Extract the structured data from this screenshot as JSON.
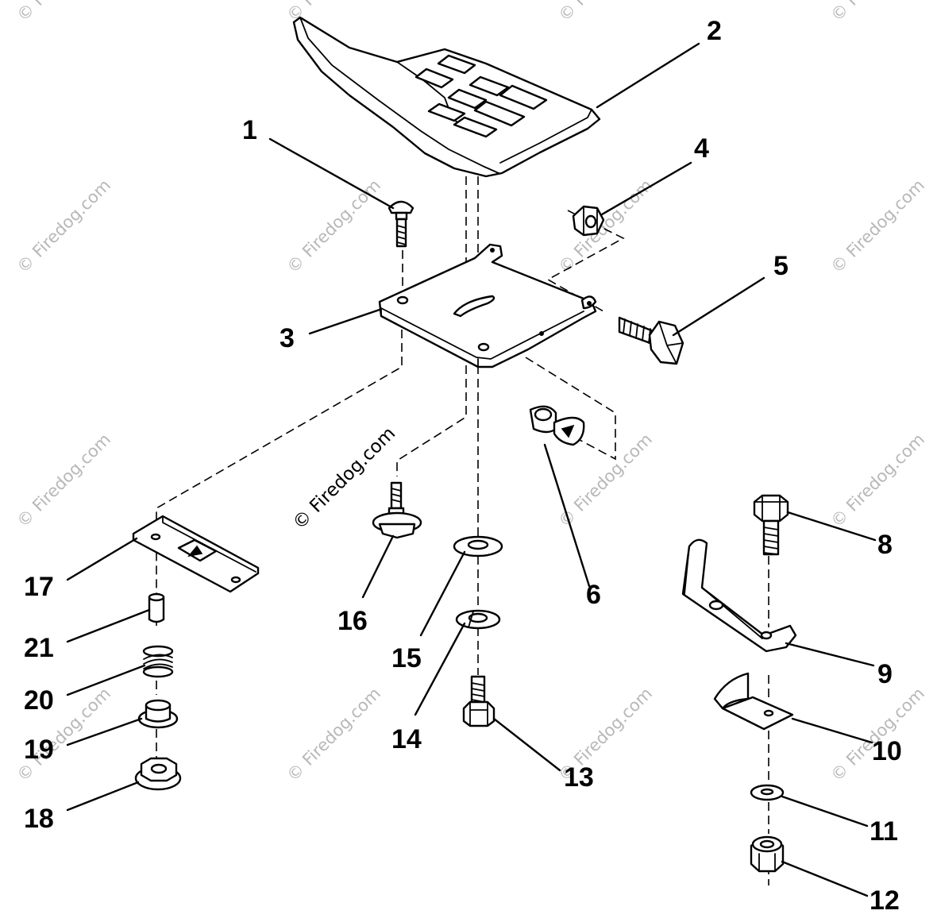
{
  "watermark": {
    "text": "© Firedog.com",
    "faint_color": "#b8b8b8",
    "strong_color": "#000000"
  },
  "callouts": {
    "c1": "1",
    "c2": "2",
    "c3": "3",
    "c4": "4",
    "c5": "5",
    "c6": "6",
    "c8": "8",
    "c9": "9",
    "c10": "10",
    "c11": "11",
    "c12": "12",
    "c13": "13",
    "c14": "14",
    "c15": "15",
    "c16": "16",
    "c17": "17",
    "c18": "18",
    "c19": "19",
    "c20": "20",
    "c21": "21"
  },
  "parts": {
    "p1": "carriage-bolt",
    "p2": "seat",
    "p3": "seat-pan-bracket",
    "p4": "hex-nut",
    "p5": "flange-bolt",
    "p6": "clip",
    "p8": "hex-bolt",
    "p9": "bracket",
    "p10": "clip-plate",
    "p11": "washer",
    "p12": "lock-nut",
    "p13": "hex-bolt",
    "p14": "lock-washer",
    "p15": "flat-washer",
    "p16": "shoulder-bolt",
    "p17": "slide-track",
    "p18": "flange-nut",
    "p19": "bushing",
    "p20": "spring",
    "p21": "pin"
  }
}
